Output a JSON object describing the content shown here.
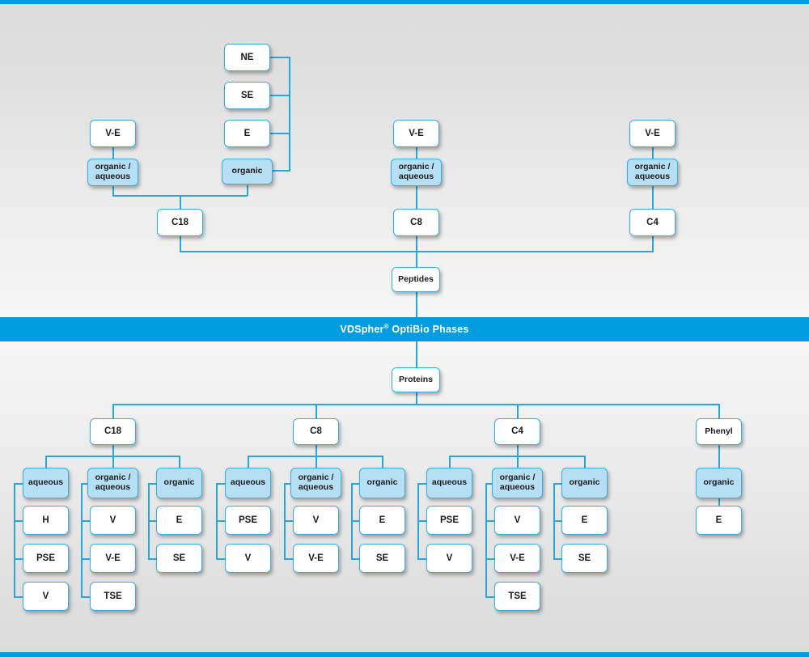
{
  "banner": {
    "brand": "VDSpher",
    "registered": "®",
    "suffix": " OptiBio Phases",
    "bg_color": "#009ee0",
    "text_color": "#ffffff"
  },
  "theme": {
    "accent": "#009ee0",
    "line": "#2ba6dd",
    "node_border": "#3aaee0",
    "node_fill_white": "#ffffff",
    "node_fill_blue": "#b7dff4",
    "page_bg": "#dcdcdc"
  },
  "peptides": {
    "root_label": "Peptides",
    "columns": [
      {
        "id": "c18",
        "label": "C18",
        "modes": [
          {
            "label": "organic / aqueous",
            "line1": "organic /",
            "line2": "aqueous",
            "items": [
              "V-E"
            ]
          },
          {
            "label": "organic",
            "line1": "organic",
            "line2": "",
            "items": [
              "NE",
              "SE",
              "E"
            ]
          }
        ]
      },
      {
        "id": "c8",
        "label": "C8",
        "modes": [
          {
            "label": "organic / aqueous",
            "line1": "organic /",
            "line2": "aqueous",
            "items": [
              "V-E"
            ]
          }
        ]
      },
      {
        "id": "c4",
        "label": "C4",
        "modes": [
          {
            "label": "organic / aqueous",
            "line1": "organic /",
            "line2": "aqueous",
            "items": [
              "V-E"
            ]
          }
        ]
      }
    ]
  },
  "proteins": {
    "root_label": "Proteins",
    "columns": [
      {
        "id": "c18",
        "label": "C18",
        "modes": [
          {
            "label": "aqueous",
            "line1": "aqueous",
            "line2": "",
            "items": [
              "H",
              "PSE",
              "V"
            ]
          },
          {
            "label": "organic / aqueous",
            "line1": "organic /",
            "line2": "aqueous",
            "items": [
              "V",
              "V-E",
              "TSE"
            ]
          },
          {
            "label": "organic",
            "line1": "organic",
            "line2": "",
            "items": [
              "E",
              "SE"
            ]
          }
        ]
      },
      {
        "id": "c8",
        "label": "C8",
        "modes": [
          {
            "label": "aqueous",
            "line1": "aqueous",
            "line2": "",
            "items": [
              "PSE",
              "V"
            ]
          },
          {
            "label": "organic / aqueous",
            "line1": "organic /",
            "line2": "aqueous",
            "items": [
              "V",
              "V-E"
            ]
          },
          {
            "label": "organic",
            "line1": "organic",
            "line2": "",
            "items": [
              "E",
              "SE"
            ]
          }
        ]
      },
      {
        "id": "c4",
        "label": "C4",
        "modes": [
          {
            "label": "aqueous",
            "line1": "aqueous",
            "line2": "",
            "items": [
              "PSE",
              "V"
            ]
          },
          {
            "label": "organic / aqueous",
            "line1": "organic /",
            "line2": "aqueous",
            "items": [
              "V",
              "V-E",
              "TSE"
            ]
          },
          {
            "label": "organic",
            "line1": "organic",
            "line2": "",
            "items": [
              "E",
              "SE"
            ]
          }
        ]
      },
      {
        "id": "phenyl",
        "label": "Phenyl",
        "modes": [
          {
            "label": "organic",
            "line1": "organic",
            "line2": "",
            "items": [
              "E"
            ]
          }
        ]
      }
    ]
  },
  "nodes": {
    "top_c18_ve": "V-E",
    "top_c18_oa_l1": "organic /",
    "top_c18_oa_l2": "aqueous",
    "top_c18_ne": "NE",
    "top_c18_se": "SE",
    "top_c18_e": "E",
    "top_c18_org": "organic",
    "top_c18": "C18",
    "top_c8_ve": "V-E",
    "top_c8_oa_l1": "organic /",
    "top_c8_oa_l2": "aqueous",
    "top_c8": "C8",
    "top_c4_ve": "V-E",
    "top_c4_oa_l1": "organic /",
    "top_c4_oa_l2": "aqueous",
    "top_c4": "C4",
    "peptides": "Peptides",
    "proteins": "Proteins",
    "b_c18": "C18",
    "b_c18_aq": "aqueous",
    "b_c18_aq_1": "H",
    "b_c18_aq_2": "PSE",
    "b_c18_aq_3": "V",
    "b_c18_oa_l1": "organic /",
    "b_c18_oa_l2": "aqueous",
    "b_c18_oa_1": "V",
    "b_c18_oa_2": "V-E",
    "b_c18_oa_3": "TSE",
    "b_c18_org": "organic",
    "b_c18_org_1": "E",
    "b_c18_org_2": "SE",
    "b_c8": "C8",
    "b_c8_aq": "aqueous",
    "b_c8_aq_1": "PSE",
    "b_c8_aq_2": "V",
    "b_c8_oa_l1": "organic /",
    "b_c8_oa_l2": "aqueous",
    "b_c8_oa_1": "V",
    "b_c8_oa_2": "V-E",
    "b_c8_org": "organic",
    "b_c8_org_1": "E",
    "b_c8_org_2": "SE",
    "b_c4": "C4",
    "b_c4_aq": "aqueous",
    "b_c4_aq_1": "PSE",
    "b_c4_aq_2": "V",
    "b_c4_oa_l1": "organic /",
    "b_c4_oa_l2": "aqueous",
    "b_c4_oa_1": "V",
    "b_c4_oa_2": "V-E",
    "b_c4_oa_3": "TSE",
    "b_c4_org": "organic",
    "b_c4_org_1": "E",
    "b_c4_org_2": "SE",
    "b_ph": "Phenyl",
    "b_ph_org": "organic",
    "b_ph_org_1": "E"
  }
}
